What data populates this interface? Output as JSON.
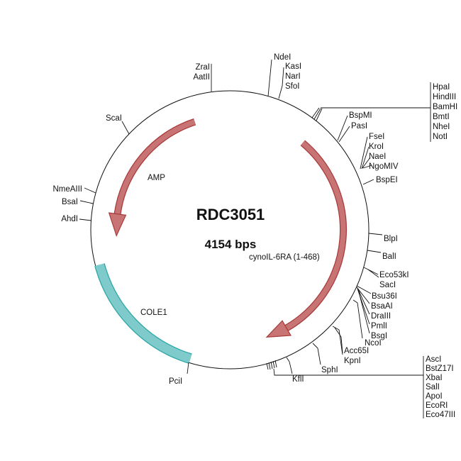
{
  "plasmid": {
    "name": "RDC3051",
    "size_label": "4154 bps"
  },
  "colors": {
    "cds_fill": "#c87474",
    "cds_stroke": "#a83a3a",
    "ori_fill": "#7fcbcb",
    "ori_stroke": "#2aa5a5"
  },
  "features": {
    "amp": "AMP",
    "cds": "cynoIL-6RA (1-468)",
    "ori": "COLE1"
  },
  "sites": {
    "zrai_aatii": [
      "ZraI",
      "AatII"
    ],
    "ndei": [
      "NdeI"
    ],
    "kasi_group": [
      "KasI",
      "NarI",
      "SfoI"
    ],
    "hpai_group": [
      "HpaI",
      "HindIII",
      "BamHI",
      "BmtI",
      "NheI",
      "NotI"
    ],
    "bspmi_group": [
      "BspMI",
      "PasI"
    ],
    "fsei_group": [
      "FseI",
      "KroI",
      "NaeI",
      "NgoMIV"
    ],
    "bspei": [
      "BspEI"
    ],
    "blpi": [
      "BlpI"
    ],
    "bali": [
      "BalI"
    ],
    "eco53ki_group": [
      "Eco53kI",
      "SacI"
    ],
    "bsu36i_group": [
      "Bsu36I",
      "BsaAI",
      "DraIII",
      "PmlI",
      "BsgI"
    ],
    "ncoi": [
      "NcoI"
    ],
    "acc65i_group": [
      "Acc65I",
      "KpnI"
    ],
    "sphi": [
      "SphI"
    ],
    "kfli": [
      "KflI"
    ],
    "asci_group": [
      "AscI",
      "BstZ17I",
      "XbaI",
      "SalI",
      "ApoI",
      "EcoRI",
      "Eco47III"
    ],
    "pcii": [
      "PciI"
    ],
    "ahdi": [
      "AhdI"
    ],
    "bsai": [
      "BsaI"
    ],
    "nmeaiii": [
      "NmeAIII"
    ],
    "scai": [
      "ScaI"
    ]
  }
}
